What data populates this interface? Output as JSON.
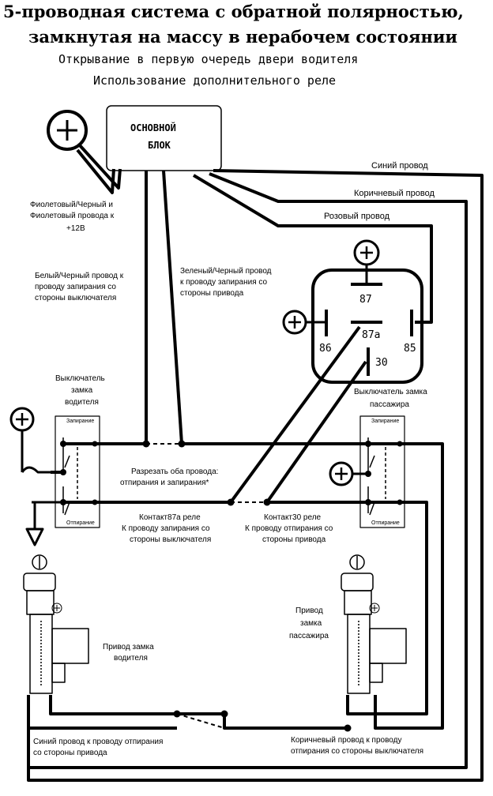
{
  "title": {
    "line1": "5-проводная система с обратной полярностью,",
    "line2": "замкнутая на массу в нерабочем состоянии",
    "sub1": "Открывание в первую очередь двери водителя",
    "sub2": "Использование дополнительного реле"
  },
  "main_unit": {
    "line1": "ОСНОВНОЙ",
    "line2": "БЛОК"
  },
  "wires": {
    "blue": "Синий провод",
    "brown": "Коричневый провод",
    "pink": "Розовый провод",
    "violet_l1": "Фиолетовый/Черный и",
    "violet_l2": "Фиолетовый провода к",
    "violet_l3": "+12В",
    "white_l1": "Белый/Черный провод к",
    "white_l2": "проводу запирания со",
    "white_l3": "стороны выключателя",
    "green_l1": "Зеленый/Черный провод",
    "green_l2": "к проводу запирания со",
    "green_l3": "стороны привода"
  },
  "relay": {
    "p87": "87",
    "p87a": "87a",
    "p86": "86",
    "p85": "85",
    "p30": "30"
  },
  "driver_switch": {
    "l1": "Выключатель",
    "l2": "замка",
    "l3": "водителя",
    "lock": "Запирание",
    "unlock": "Отпирание"
  },
  "passenger_switch": {
    "l1": "Выключатель замка",
    "l2": "пассажира",
    "lock": "Запирание",
    "unlock": "Отпирание"
  },
  "notes": {
    "cut_l1": "Разрезать оба провода:",
    "cut_l2": "отпирания и запирания*",
    "c87a_l1": "Контакт87а реле",
    "c87a_l2": "К проводу запирания со",
    "c87a_l3": "стороны выключателя",
    "c30_l1": "Контакт30 реле",
    "c30_l2": "К проводу отпирания со",
    "c30_l3": "стороны привода"
  },
  "actuators": {
    "driver_l1": "Привод замка",
    "driver_l2": "водителя",
    "pass_l1": "Привод",
    "pass_l2": "замка",
    "pass_l3": "пассажира"
  },
  "bottom": {
    "blue_l1": "Синий провод к проводу отпирания",
    "blue_l2": "со стороны привода",
    "brown_l1": "Коричневый провод к проводу",
    "brown_l2": "отпирания со стороны выключателя"
  },
  "colors": {
    "line": "#000000",
    "background": "#ffffff"
  },
  "icons": [
    "plus-terminal-icon",
    "ground-icon",
    "key-icon"
  ]
}
